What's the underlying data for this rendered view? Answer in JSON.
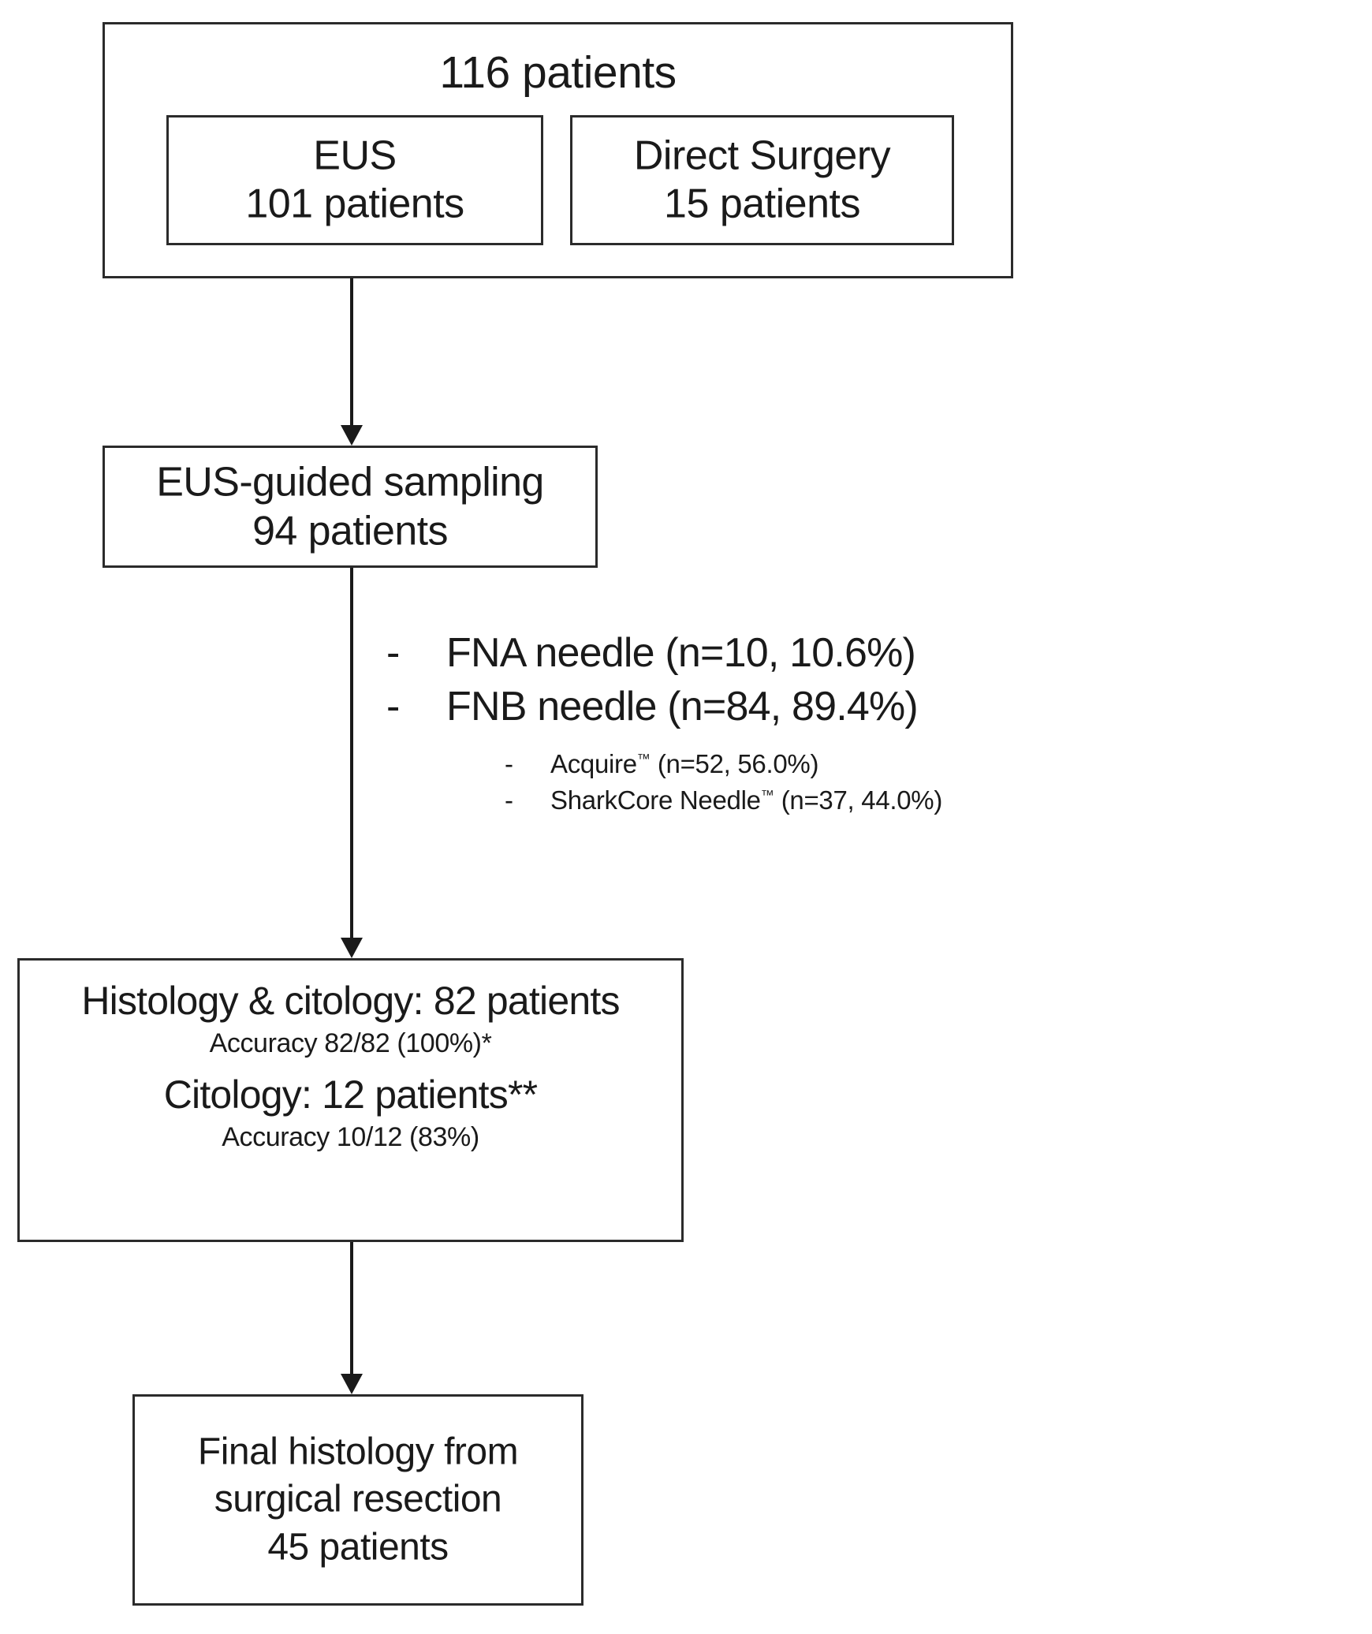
{
  "diagram": {
    "type": "clinical-patient-flow",
    "top_box": {
      "title": "116 patients",
      "branches": [
        {
          "name": "EUS",
          "line1": "EUS",
          "line2": "101 patients"
        },
        {
          "name": "Direct Surgery",
          "line1": "Direct Surgery",
          "line2": "15 patients"
        }
      ]
    },
    "sampling_box": {
      "line1": "EUS-guided sampling",
      "line2": "94 patients"
    },
    "needle_breakdown": {
      "primary": [
        {
          "dash": "-",
          "text": "FNA needle (n=10, 10.6%)"
        },
        {
          "dash": "-",
          "text": "FNB needle (n=84, 89.4%)"
        }
      ],
      "secondary": [
        {
          "dash": "-",
          "name": "Acquire",
          "tm": "™",
          "text": " (n=52, 56.0%)"
        },
        {
          "dash": "-",
          "name": "SharkCore Needle",
          "tm": "™",
          "text": " (n=37, 44.0%)"
        }
      ]
    },
    "histology_box": {
      "line1": "Histology & citology:  82 patients",
      "line2": "Accuracy 82/82 (100%)*",
      "line3": "Citology: 12 patients**",
      "line4": "Accuracy 10/12 (83%)"
    },
    "final_box": {
      "line1": "Final histology from",
      "line2": "surgical resection",
      "line3": "45 patients"
    },
    "colors": {
      "border": "#2b2b2b",
      "text": "#1a1a1a",
      "background": "#ffffff",
      "arrow": "#1a1a1a"
    }
  }
}
